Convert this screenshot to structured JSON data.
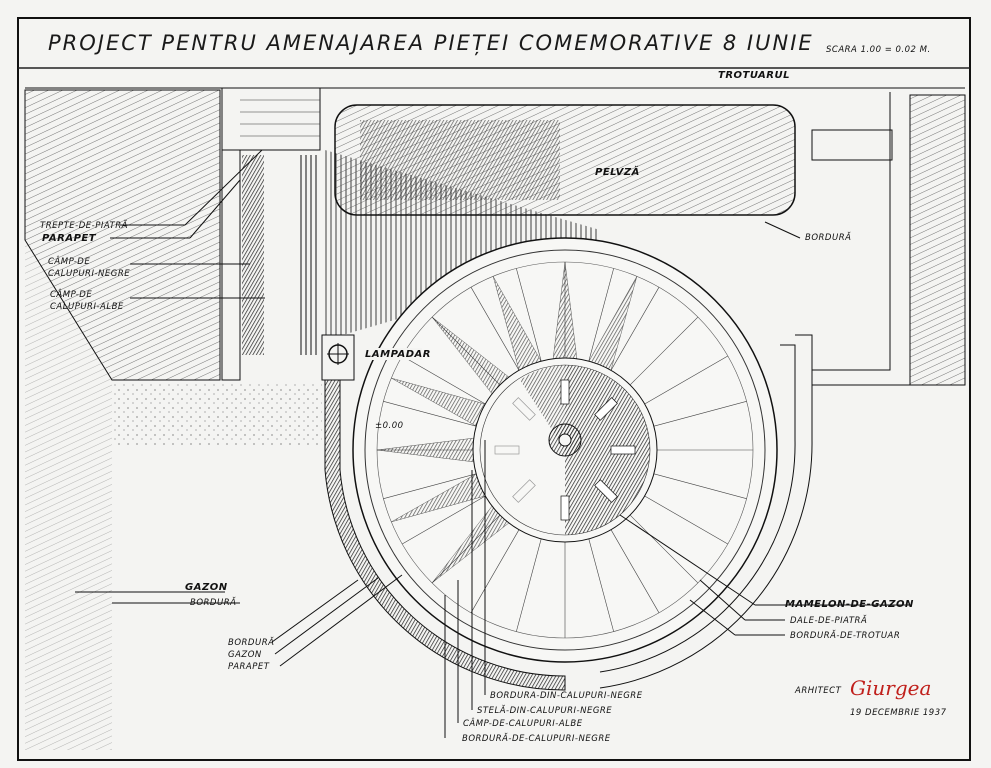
{
  "title": "PROJECT PENTRU AMENAJAREA PIEȚEI COMEMORATIVE 8 IUNIE",
  "scale": "SCARA 1.00 = 0.02 M.",
  "labels": {
    "trotuarul": "TROTUARUL",
    "pelvza": "PELVZĂ",
    "bordura_top": "BORDURĂ",
    "trepte": "TREPTE-DE-PIATRĂ",
    "parapet_top": "PARAPET",
    "camp_negre_1": "CÂMP-DE",
    "camp_negre_2": "CALUPURI-NEGRE",
    "camp_albe_1": "CÂMP-DE",
    "camp_albe_2": "CALUPURI-ALBE",
    "lampadar": "LAMPADAR",
    "level": "±0.00",
    "gazon_left": "GAZON",
    "bordura_left": "BORDURĂ",
    "bordura_bl": "BORDURĂ",
    "gazon_bl": "GAZON",
    "parapet_bl": "PARAPET",
    "bordura_calupuri_negre": "BORDURA-DIN-CALUPURI-NEGRE",
    "stela": "STELĂ-DIN-CALUPURI-NEGRE",
    "camp_calupuri_albe": "CÂMP-DE-CALUPURI-ALBE",
    "bordura_de_calupuri": "BORDURĂ-DE-CALUPURI-NEGRE",
    "mamelon": "MAMELON-DE-GAZON",
    "dale": "DALE-DE-PIATRĂ",
    "bordura_trotuar": "BORDURĂ-DE-TROTUAR",
    "arhitect": "ARHITECT",
    "signature": "Giurgea",
    "date": "19 DECEMBRIE 1937"
  },
  "colors": {
    "ink": "#111111",
    "signature": "#c0201c",
    "paper": "#f4f4f2"
  }
}
